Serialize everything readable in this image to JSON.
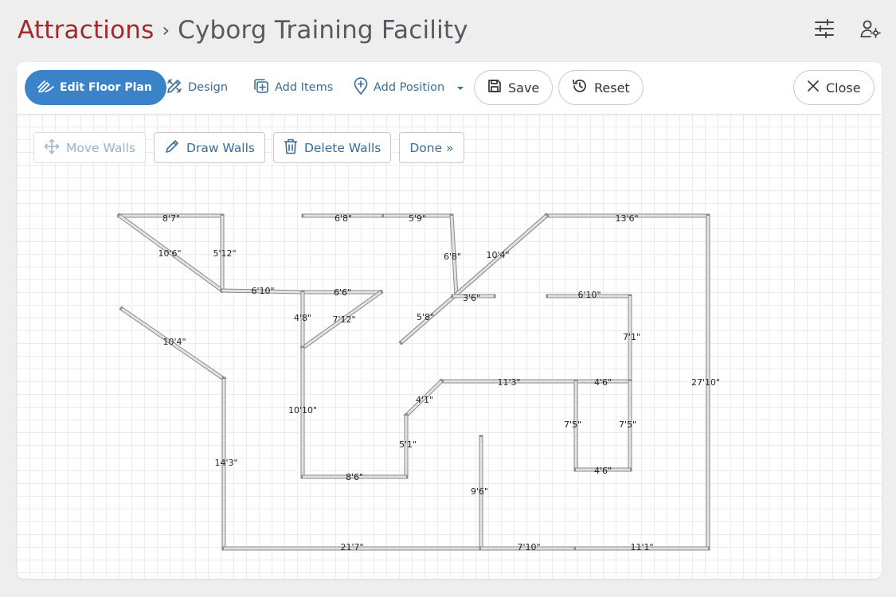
{
  "header": {
    "root": "Attractions",
    "separator": "›",
    "title": "Cyborg Training Facility"
  },
  "header_icons": [
    "sliders-icon",
    "user-settings-icon"
  ],
  "toolbar": {
    "edit_floor_plan": "Edit Floor Plan",
    "design": "Design",
    "add_items": "Add Items",
    "add_position": "Add Position",
    "save": "Save",
    "reset": "Reset",
    "close": "Close"
  },
  "wall_tools": {
    "move": "Move Walls",
    "draw": "Draw Walls",
    "delete": "Delete Walls",
    "done": "Done »"
  },
  "colors": {
    "accent": "#3b83c8",
    "brand_red": "#a32a2a",
    "link": "#3a6d96",
    "wall_fill": "#e2e2e2",
    "wall_stroke": "#8a8a8a"
  },
  "walls": [
    {
      "label": "8'7\""
    },
    {
      "label": "10'6\""
    },
    {
      "label": "5'12\""
    },
    {
      "label": "6'10\""
    },
    {
      "label": "6'8\""
    },
    {
      "label": "5'9\""
    },
    {
      "label": "6'8\""
    },
    {
      "label": "13'6\""
    },
    {
      "label": "10'4\""
    },
    {
      "label": "6'6\""
    },
    {
      "label": "7'12\""
    },
    {
      "label": "4'8\""
    },
    {
      "label": "5'8\""
    },
    {
      "label": "3'6\""
    },
    {
      "label": "6'10\""
    },
    {
      "label": "7'1\""
    },
    {
      "label": "10'4\""
    },
    {
      "label": "27'10\""
    },
    {
      "label": "11'3\""
    },
    {
      "label": "4'6\""
    },
    {
      "label": "4'1\""
    },
    {
      "label": "10'10\""
    },
    {
      "label": "5'1\""
    },
    {
      "label": "7'5\""
    },
    {
      "label": "7'5\""
    },
    {
      "label": "4'6\""
    },
    {
      "label": "8'6\""
    },
    {
      "label": "14'3\""
    },
    {
      "label": "9'6\""
    },
    {
      "label": "21'7\""
    },
    {
      "label": "7'10\""
    },
    {
      "label": "11'1\""
    }
  ]
}
